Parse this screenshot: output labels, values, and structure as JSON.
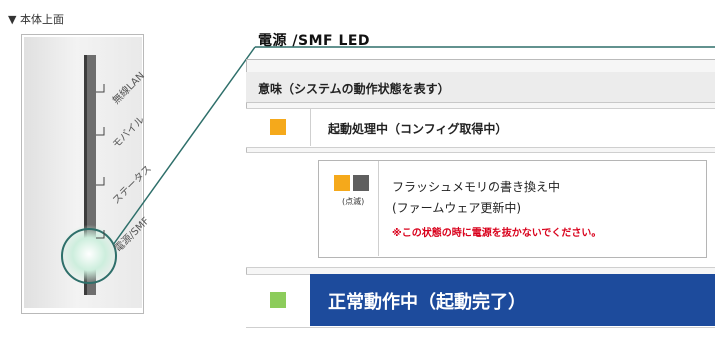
{
  "top_caption": "▼ 本体上面",
  "device": {
    "labels": [
      "無線LAN",
      "モバイル",
      "ステータス",
      "電源/SMF"
    ]
  },
  "section_title": "電源 /SMF LED",
  "table": {
    "header": "意味（システムの動作状態を表す）",
    "row1": {
      "text": "起動処理中（コンフィグ取得中）",
      "color": "#f5a91b"
    },
    "row2": {
      "blink_label": "(点滅)",
      "colors": [
        "#f5a91b",
        "#5f5f5f"
      ],
      "line1": "フラッシュメモリの書き換え中",
      "line2": "(ファームウェア更新中)",
      "warning": "※この状態の時に電源を抜かないでください。"
    },
    "row3": {
      "text": "正常動作中（起動完了）",
      "color": "#8ccc5b"
    }
  },
  "colors": {
    "accent_blue": "#1d4b9c",
    "warning_red": "#d9001b",
    "callout_teal": "#2e6f6a"
  }
}
